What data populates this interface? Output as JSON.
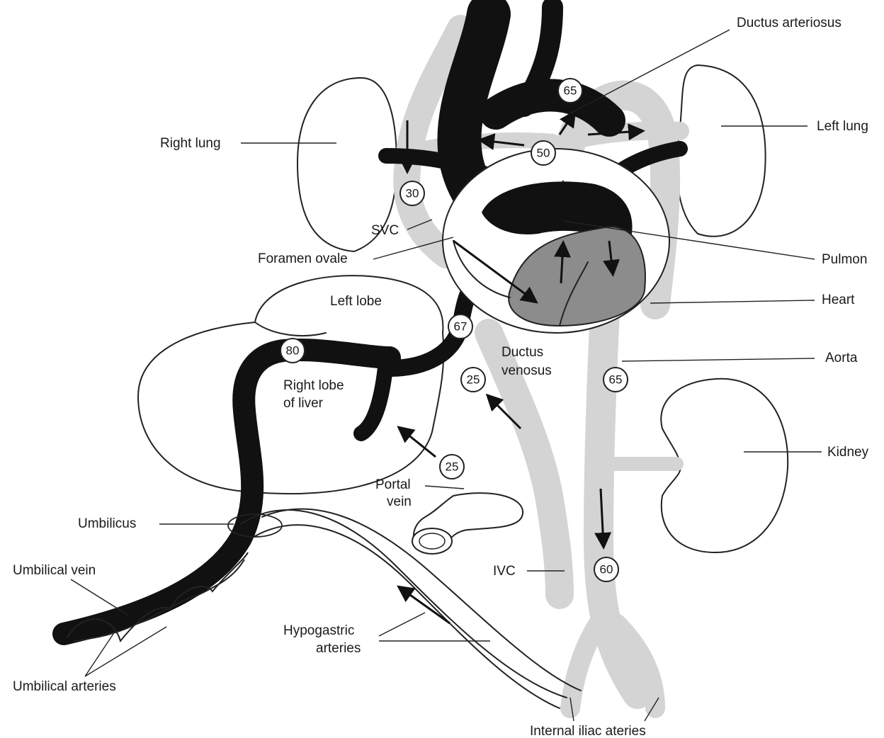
{
  "labels": {
    "ductus_arteriosus": "Ductus arteriosus",
    "right_lung": "Right lung",
    "left_lung": "Left lung",
    "svc": "SVC",
    "foramen_ovale": "Foramen ovale",
    "pulmonary": "Pulmon",
    "heart": "Heart",
    "left_lobe": "Left lobe",
    "ductus_venosus_1": "Ductus",
    "ductus_venosus_2": "venosus",
    "aorta": "Aorta",
    "right_lobe_1": "Right lobe",
    "right_lobe_2": "of liver",
    "kidney": "Kidney",
    "portal_vein_1": "Portal",
    "portal_vein_2": "vein",
    "umbilicus": "Umbilicus",
    "umbilical_vein": "Umbilical vein",
    "ivc": "IVC",
    "hypogastric_1": "Hypogastric",
    "hypogastric_2": "arteries",
    "umbilical_arteries": "Umbilical arteries",
    "internal_iliac": "Internal iliac ateries"
  },
  "saturations": {
    "ductus_arteriosus": "65",
    "pulmonary_trunk": "50",
    "svc": "30",
    "ductus_venosus": "67",
    "umbilical_vein": "80",
    "liver_vein": "25",
    "aorta": "65",
    "portal_vein": "25",
    "ivc": "60"
  },
  "colors": {
    "oxygenated_dark": "#111111",
    "mixed_grey": "#d4d4d4",
    "heart_chamber": "#8c8c8c",
    "outline": "#222222"
  }
}
